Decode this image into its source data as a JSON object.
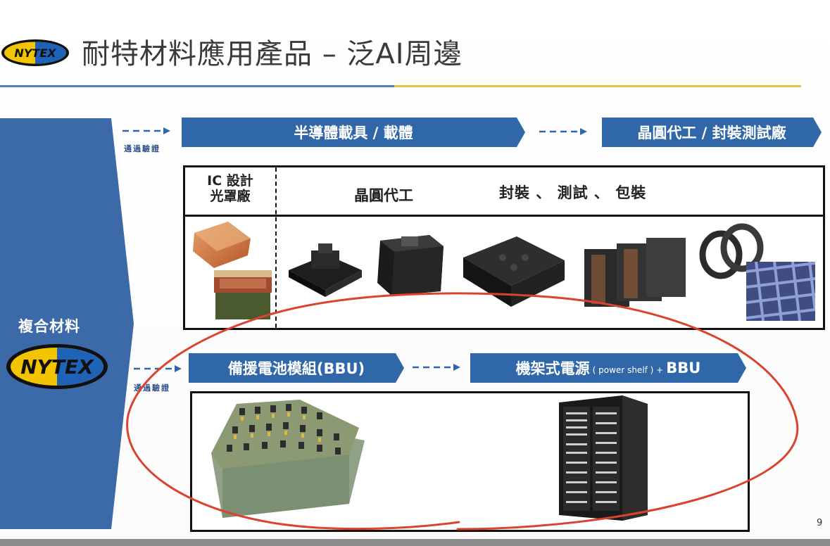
{
  "header": {
    "logo_text": "NYTEX",
    "title": "耐特材料應用產品 – 泛AI周邊"
  },
  "side_panel": {
    "label": "複合材料",
    "logo_text": "NYTEX"
  },
  "row1": {
    "pass_label": "通過驗證",
    "banner_carrier": "半導體載具 / 載體",
    "banner_foundry": "晶圓代工 / 封裝測試廠",
    "col_ic_line1": "IC 設計",
    "col_ic_line2": "光罩廠",
    "col_wafer": "晶圓代工",
    "col_pkg": "封裝 、 測試 、 包裝"
  },
  "row2": {
    "pass_label": "通過驗證",
    "banner_bbu": "備援電池模組(BBU)",
    "banner_shelf_main": "機架式電源",
    "banner_shelf_small": "( power shelf ) +",
    "banner_shelf_tail": "BBU"
  },
  "page_number": "9",
  "colors": {
    "brand_blue": "#2f67a8",
    "panel_blue": "#3c6aa9",
    "gold": "#e6c34a",
    "annotation_red": "#d9432f"
  }
}
